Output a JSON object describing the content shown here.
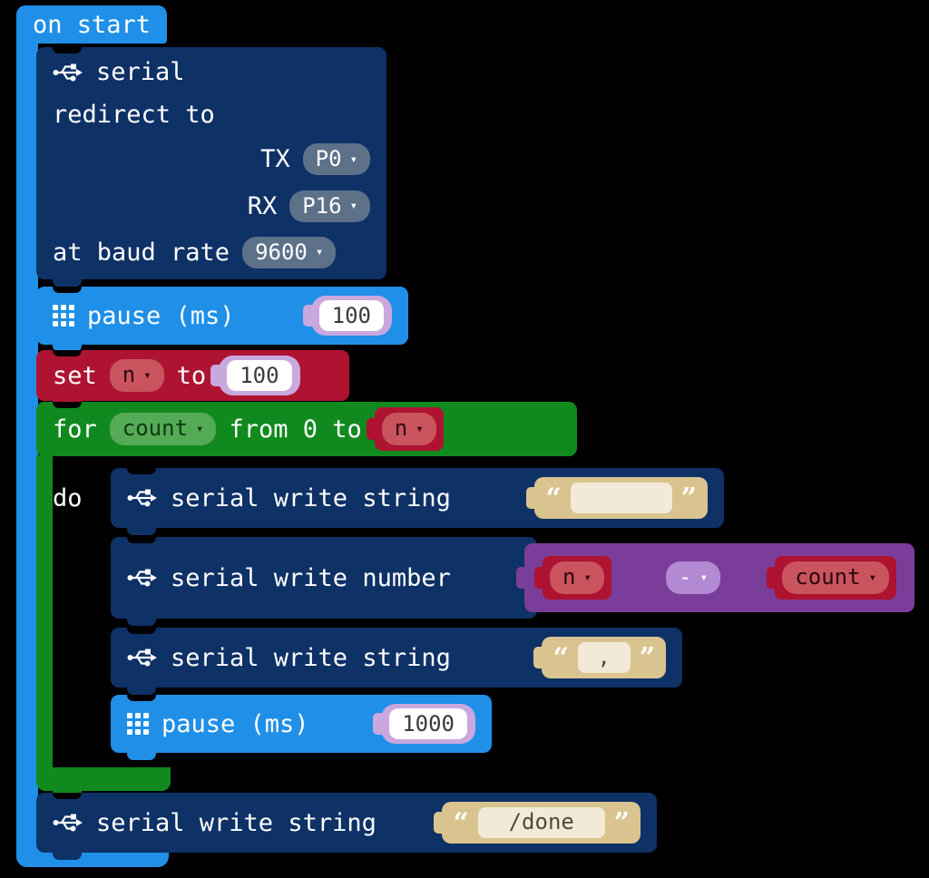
{
  "colors": {
    "blue": "#1f8fe8",
    "navy": "#0e3166",
    "red": "#ae1331",
    "green": "#108a1e",
    "purple": "#7b3d9a",
    "dropdown_slate": "#5d7189",
    "number_slot": "#c9a8dd",
    "string_slot": "#d9c48f"
  },
  "icons": {
    "dropdown_arrow": "▾",
    "quote_open": "“",
    "quote_close": "”"
  },
  "on_start": {
    "label": "on start"
  },
  "serial_redirect": {
    "title": "serial",
    "subtitle": "redirect to",
    "tx_label": "TX",
    "tx_value": "P0",
    "rx_label": "RX",
    "rx_value": "P16",
    "baud_label": "at baud rate",
    "baud_value": "9600"
  },
  "pause_100": {
    "label": "pause (ms)",
    "value": "100"
  },
  "set_n": {
    "set_label": "set",
    "var_name": "n",
    "to_label": "to",
    "value": "100"
  },
  "for_loop": {
    "for_label": "for",
    "var_name": "count",
    "range_label": "from 0 to",
    "end_var": "n",
    "do_label": "do"
  },
  "write_string_empty": {
    "label": "serial write string",
    "value": ""
  },
  "write_number": {
    "label": "serial write number",
    "left_var": "n",
    "operator": "-",
    "right_var": "count"
  },
  "write_string_comma": {
    "label": "serial write string",
    "value": ","
  },
  "pause_1000": {
    "label": "pause (ms)",
    "value": "1000"
  },
  "write_string_done": {
    "label": "serial write string",
    "value": "/done"
  }
}
